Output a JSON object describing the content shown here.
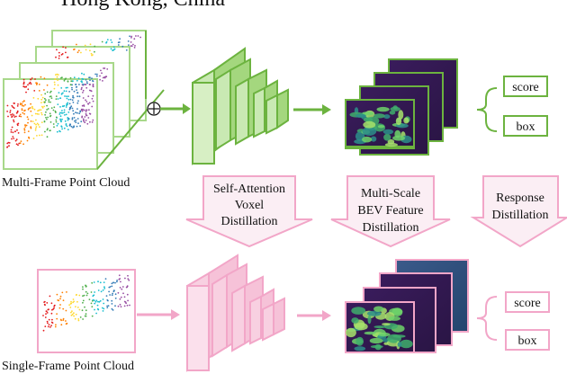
{
  "header": {
    "cut_text": "Hong Kong, China"
  },
  "teacher": {
    "label": "Multi-Frame Point Cloud",
    "outputs": {
      "score": "score",
      "box": "box"
    }
  },
  "student": {
    "label": "Single-Frame Point Cloud",
    "outputs": {
      "score": "score",
      "box": "box"
    }
  },
  "distillation": {
    "voxel": [
      "Self-Attention",
      "Voxel",
      "Distillation"
    ],
    "bev": [
      "Multi-Scale",
      "BEV Feature",
      "Distillation"
    ],
    "response": [
      "Response",
      "Distillation"
    ]
  },
  "colors": {
    "teacher": "#6cb33f",
    "teacher_fill": "#b9e0a0",
    "student": "#f2a6c8",
    "student_fill": "#f9d3e3",
    "featuremap": "#3a1a5a"
  }
}
